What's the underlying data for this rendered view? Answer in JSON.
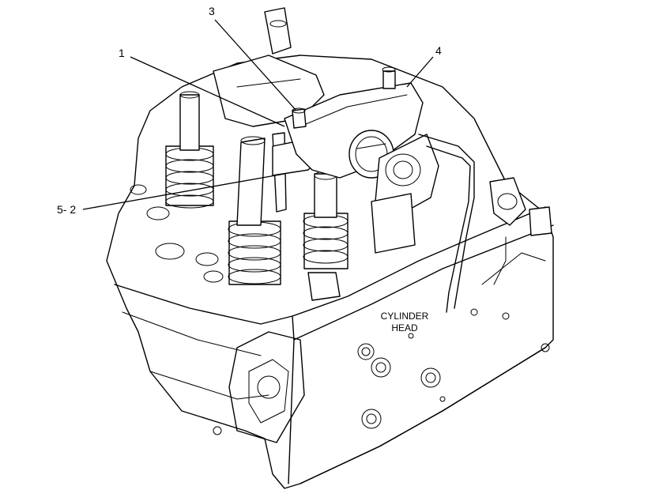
{
  "callouts": [
    {
      "id": "1",
      "label": "1"
    },
    {
      "id": "3",
      "label": "3"
    },
    {
      "id": "4",
      "label": "4"
    },
    {
      "id": "5-2",
      "label": "5- 2"
    }
  ],
  "part_labels": {
    "cylinder_head_line1": "CYLINDER",
    "cylinder_head_line2": "HEAD"
  }
}
